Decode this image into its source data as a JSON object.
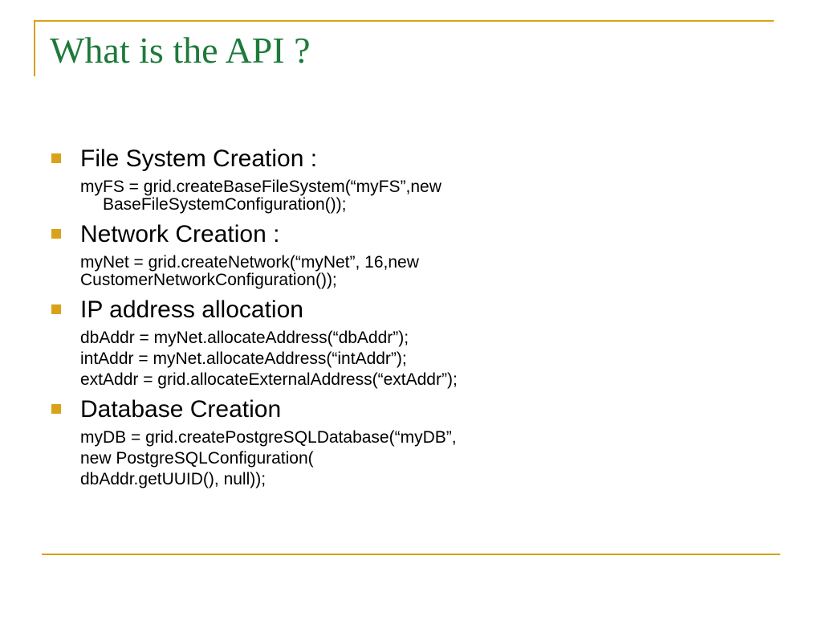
{
  "slide": {
    "title": "What is the API ?",
    "sections": [
      {
        "heading": "File System Creation :",
        "lines": [
          "myFS = grid.createBaseFileSystem(“myFS”,new BaseFileSystemConfiguration());"
        ]
      },
      {
        "heading": "Network Creation :",
        "lines": [
          "myNet = grid.createNetwork(“myNet”, 16,new CustomerNetworkConfiguration());"
        ]
      },
      {
        "heading": "IP address allocation",
        "lines": [
          "dbAddr = myNet.allocateAddress(“dbAddr”);",
          "intAddr = myNet.allocateAddress(“intAddr”);",
          "extAddr = grid.allocateExternalAddress(“extAddr”);"
        ]
      },
      {
        "heading": "Database Creation",
        "lines": [
          "myDB = grid.createPostgreSQLDatabase(“myDB”,",
          "new PostgreSQLConfiguration(",
          "dbAddr.getUUID(), null));"
        ]
      }
    ]
  },
  "colors": {
    "accent": "#d9a21b",
    "title": "#1d7a3a",
    "text": "#000000"
  }
}
